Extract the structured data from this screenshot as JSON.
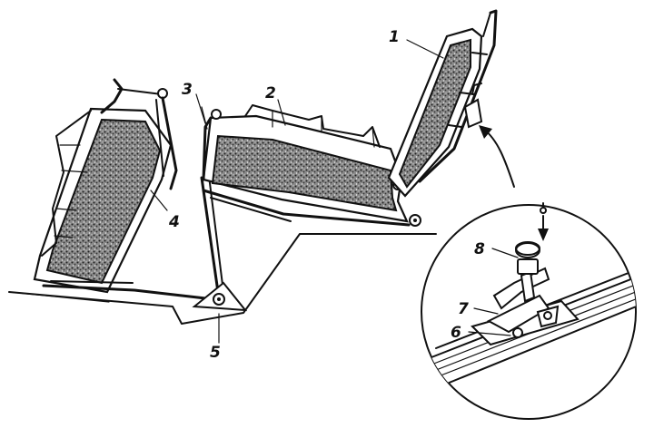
{
  "figure": {
    "labels": [
      {
        "id": "1",
        "text": "1"
      },
      {
        "id": "2",
        "text": "2"
      },
      {
        "id": "3",
        "text": "3"
      },
      {
        "id": "4",
        "text": "4"
      },
      {
        "id": "5",
        "text": "5"
      },
      {
        "id": "6",
        "text": "6"
      },
      {
        "id": "7",
        "text": "7"
      },
      {
        "id": "8",
        "text": "8"
      }
    ]
  },
  "colors": {
    "ink": "#111111",
    "cushion": "#6a6a6a",
    "paper": "#ffffff"
  }
}
